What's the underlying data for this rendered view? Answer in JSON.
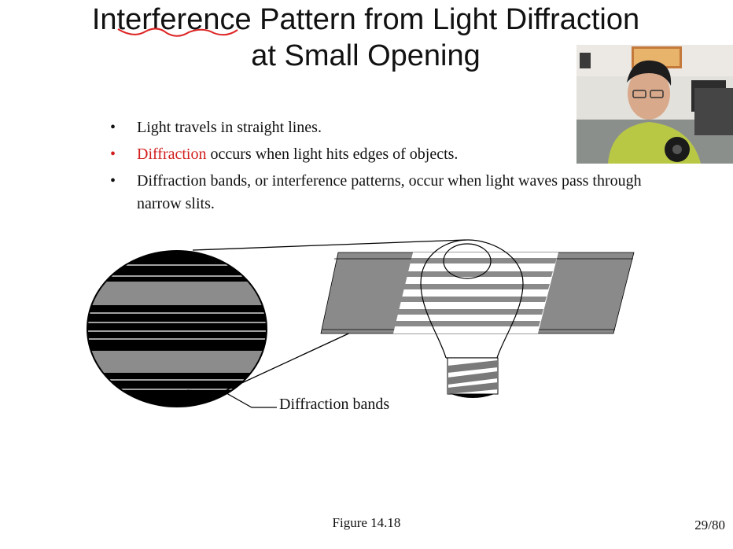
{
  "slide": {
    "title_line1_prefix": "Interference",
    "title_line1_rest": " Pattern from Light Diffraction",
    "title_line2": "at Small Opening",
    "bullets": [
      {
        "parts": [
          {
            "text": "Light travels in straight lines.",
            "highlight": false
          }
        ]
      },
      {
        "parts": [
          {
            "text": "Diffraction",
            "highlight": true
          },
          {
            "text": " occurs when light hits edges of objects.",
            "highlight": false
          }
        ]
      },
      {
        "parts": [
          {
            "text": "Diffraction bands, or interference patterns, occur when light waves pass through narrow slits.",
            "highlight": false
          }
        ]
      }
    ],
    "figure_label": "Diffraction bands",
    "caption": "Figure 14.18",
    "page_number": "29/80"
  },
  "colors": {
    "highlight": "#d21f1f",
    "annotation_underline": "#d22",
    "band_gray": "#8c8c8c"
  }
}
